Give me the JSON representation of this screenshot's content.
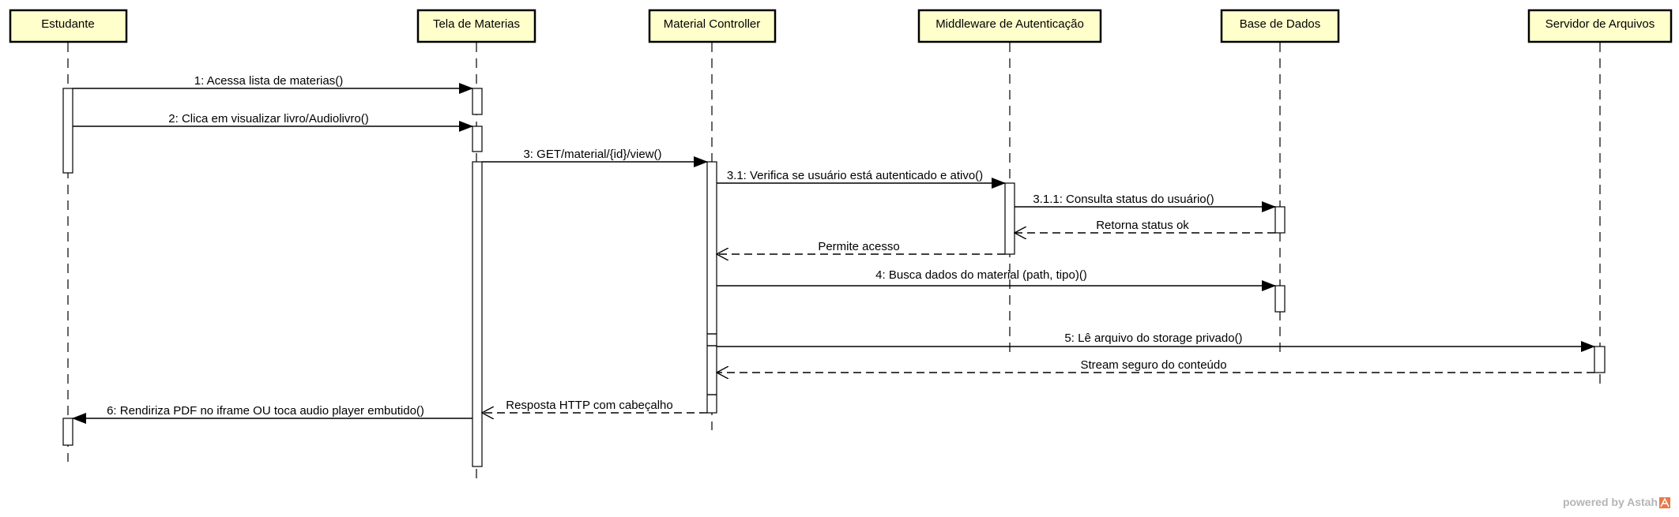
{
  "lifelines": [
    {
      "id": "estudante",
      "label": "Estudante"
    },
    {
      "id": "tela",
      "label": "Tela de Materias"
    },
    {
      "id": "controller",
      "label": "Material Controller"
    },
    {
      "id": "middleware",
      "label": "Middleware de Autenticação"
    },
    {
      "id": "db",
      "label": "Base de Dados"
    },
    {
      "id": "files",
      "label": "Servidor de Arquivos"
    }
  ],
  "messages": [
    {
      "id": "m1",
      "label": "1: Acessa lista de materias()",
      "from": "estudante",
      "to": "tela",
      "kind": "sync"
    },
    {
      "id": "m2",
      "label": "2: Clica em visualizar livro/Audiolivro()",
      "from": "estudante",
      "to": "tela",
      "kind": "sync"
    },
    {
      "id": "m3",
      "label": "3: GET/material/{id}/view()",
      "from": "tela",
      "to": "controller",
      "kind": "sync"
    },
    {
      "id": "m31",
      "label": "3.1: Verifica se usuário está autenticado e ativo()",
      "from": "controller",
      "to": "middleware",
      "kind": "sync"
    },
    {
      "id": "m311",
      "label": "3.1.1: Consulta status do usuário()",
      "from": "middleware",
      "to": "db",
      "kind": "sync"
    },
    {
      "id": "r1",
      "label": "Retorna status ok",
      "from": "db",
      "to": "middleware",
      "kind": "reply"
    },
    {
      "id": "r2",
      "label": "Permite acesso",
      "from": "middleware",
      "to": "controller",
      "kind": "reply"
    },
    {
      "id": "m4",
      "label": "4: Busca dados do material (path, tipo)()",
      "from": "controller",
      "to": "db",
      "kind": "sync"
    },
    {
      "id": "m5",
      "label": "5: Lê arquivo do storage privado()",
      "from": "controller",
      "to": "files",
      "kind": "sync"
    },
    {
      "id": "r3",
      "label": "Stream seguro do conteúdo",
      "from": "files",
      "to": "controller",
      "kind": "reply"
    },
    {
      "id": "r4",
      "label": "Resposta HTTP com cabeçalho",
      "from": "controller",
      "to": "tela",
      "kind": "reply"
    },
    {
      "id": "m6",
      "label": "6: Rendiriza PDF no iframe OU toca audio player embutido()",
      "from": "tela",
      "to": "estudante",
      "kind": "sync"
    }
  ],
  "watermark": {
    "text": "powered by Astah",
    "icon": "astah-logo-icon",
    "color": "#e8784a"
  }
}
